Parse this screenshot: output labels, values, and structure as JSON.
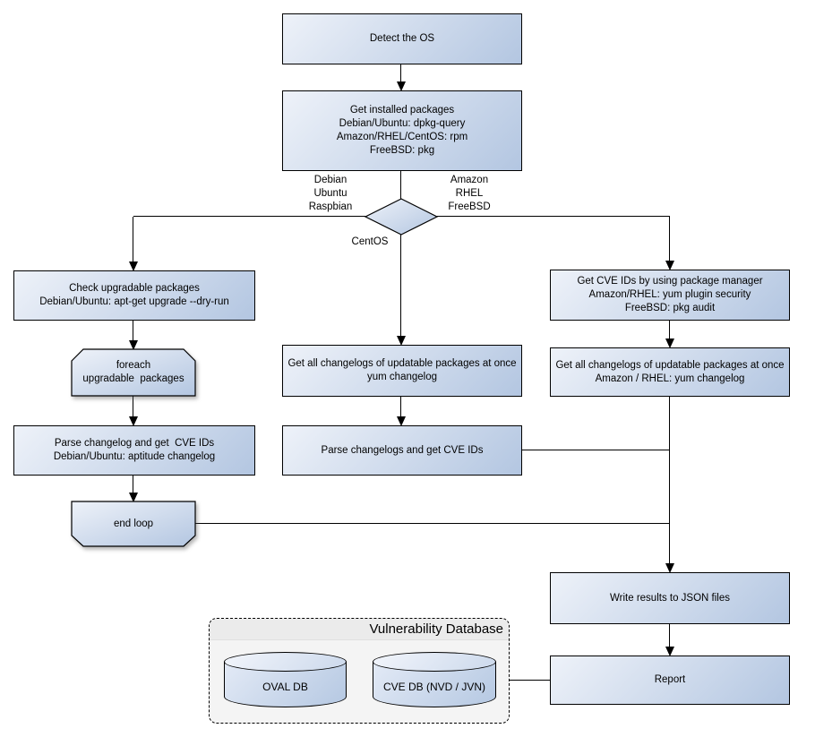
{
  "colors": {
    "node_fill_light": "#eef2f9",
    "node_fill_dark": "#b3c6e1",
    "node_border": "#000000",
    "line": "#000000",
    "text": "#000000",
    "container_fill": "#f4f4f4",
    "container_band": "#ebebeb"
  },
  "nodes": {
    "detect_os": {
      "lines": [
        "Detect the OS"
      ]
    },
    "get_installed_packages": {
      "lines": [
        "Get installed packages",
        "Debian/Ubuntu: dpkg-query",
        "Amazon/RHEL/CentOS: rpm",
        "FreeBSD: pkg"
      ]
    },
    "check_upgradable": {
      "lines": [
        "Check upgradable packages",
        "Debian/Ubuntu: apt-get upgrade --dry-run"
      ]
    },
    "foreach_loop": {
      "lines": [
        "foreach",
        "upgradable  packages"
      ]
    },
    "parse_changelog_deb": {
      "lines": [
        "Parse changelog and get  CVE IDs",
        "Debian/Ubuntu: aptitude changelog"
      ]
    },
    "end_loop": {
      "lines": [
        "end loop"
      ]
    },
    "get_changelogs_centos": {
      "lines": [
        "Get all changelogs of updatable packages at once",
        "yum changelog"
      ]
    },
    "parse_changelogs": {
      "lines": [
        "Parse changelogs and get CVE IDs"
      ]
    },
    "get_cve_ids_pkg_manager": {
      "lines": [
        "Get CVE IDs by using package manager",
        "Amazon/RHEL: yum plugin security",
        "FreeBSD: pkg audit"
      ]
    },
    "get_changelogs_amazon": {
      "lines": [
        "Get all changelogs of updatable packages at once",
        "Amazon / RHEL: yum changelog"
      ]
    },
    "write_json": {
      "lines": [
        "Write results to JSON files"
      ]
    },
    "report": {
      "lines": [
        "Report"
      ]
    }
  },
  "edge_labels": {
    "left_branch": {
      "lines": [
        "Debian",
        "Ubuntu",
        "Raspbian"
      ]
    },
    "right_branch": {
      "lines": [
        "Amazon",
        "RHEL",
        "FreeBSD"
      ]
    },
    "bottom_branch": {
      "lines": [
        "CentOS"
      ]
    }
  },
  "vulnerability_database": {
    "title": "Vulnerability Database",
    "databases": [
      {
        "label": "OVAL DB"
      },
      {
        "label": "CVE DB (NVD / JVN)"
      }
    ]
  }
}
